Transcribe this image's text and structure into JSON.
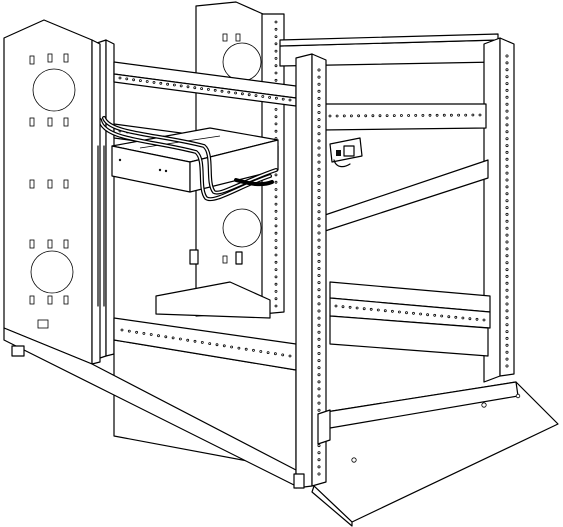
{
  "figure": {
    "subject": "rack-cabinet-frame",
    "icons": [
      "side-panel",
      "rear-frame",
      "front-frame",
      "rail",
      "power-strip",
      "cable-bundle",
      "stabilizer-plate",
      "outlet-unit"
    ]
  }
}
